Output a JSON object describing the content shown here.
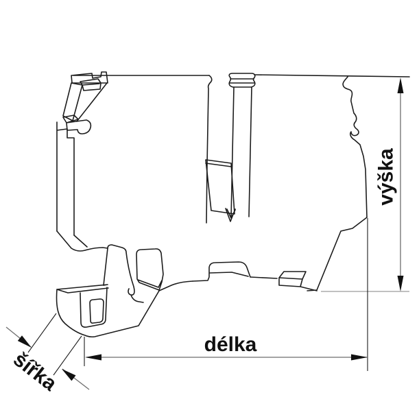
{
  "diagram": {
    "kind": "technical line drawing of DIN-rail terminal block, side view, with dimension annotations",
    "background_color": "#ffffff",
    "body_line_color": "#1c1c1c",
    "dimension_line_color": "#6e6e6e",
    "extension_line_color": "#9a9a9a",
    "arrow_color": "#111111",
    "dimensions": {
      "height": {
        "label": "výška"
      },
      "length": {
        "label": "délka"
      },
      "width": {
        "label": "šířka"
      }
    }
  }
}
